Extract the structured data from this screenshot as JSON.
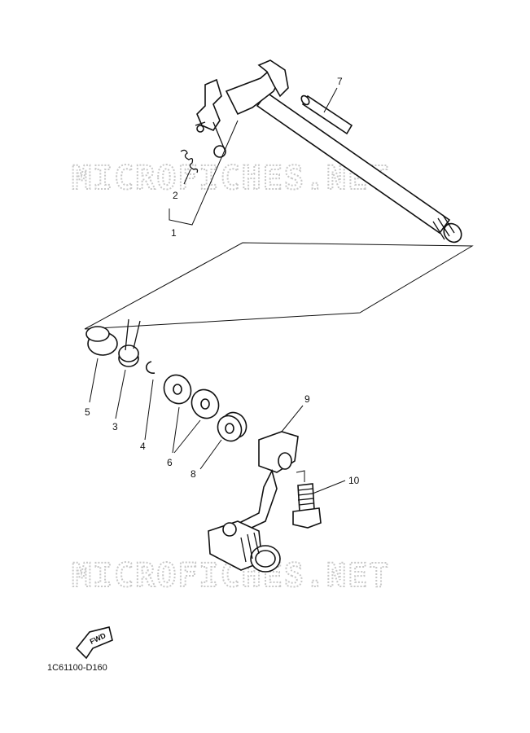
{
  "watermark": {
    "text": "MICROFICHES.NET"
  },
  "callouts": {
    "p1": "1",
    "p2": "2",
    "p3": "3",
    "p4": "4",
    "p5": "5",
    "p6": "6",
    "p7": "7",
    "p8": "8",
    "p9": "9",
    "p10": "10"
  },
  "fwd_label": "FWD",
  "diagram_code": "1C61100-D160"
}
